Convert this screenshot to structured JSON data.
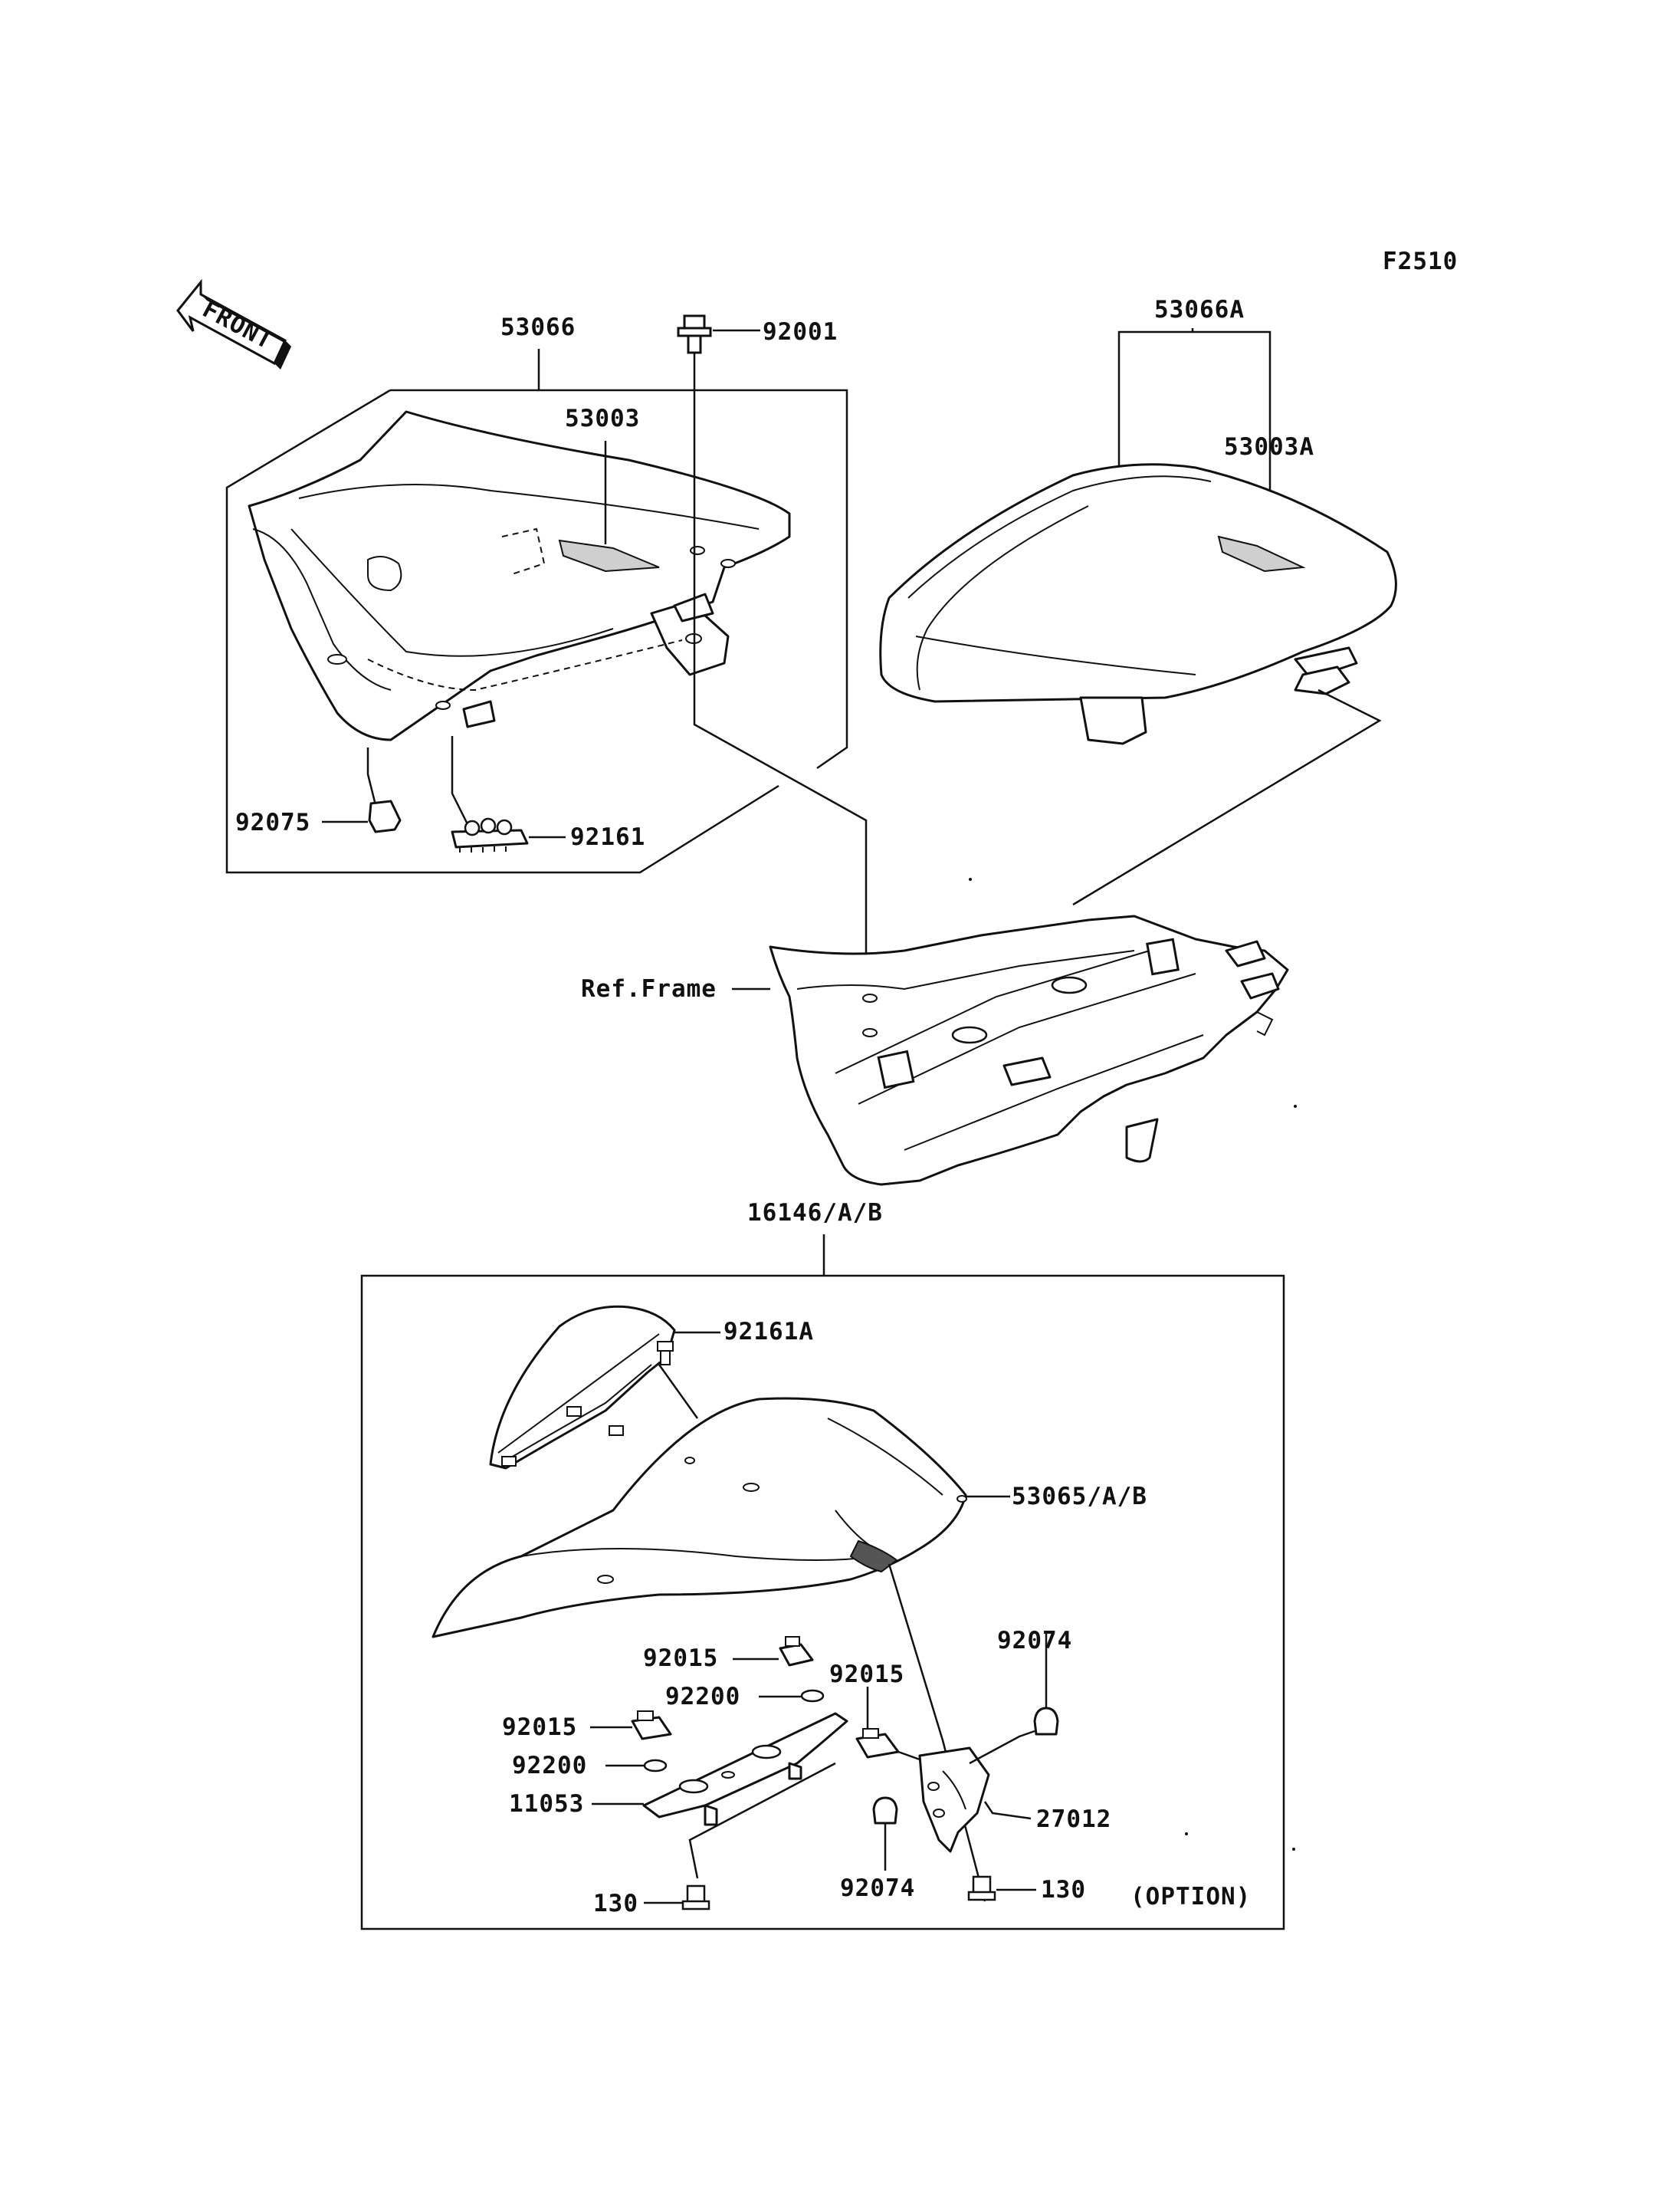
{
  "figure_code": "F2510",
  "front_arrow": {
    "text": "FRONT",
    "icon": "front-direction-arrow-icon"
  },
  "labels": {
    "p53066": "53066",
    "p92001": "92001",
    "p53003": "53003",
    "p53066A": "53066A",
    "p53003A": "53003A",
    "p92075": "92075",
    "p92161": "92161",
    "ref_frame": "Ref.Frame",
    "p16146": "16146/A/B",
    "p92161A": "92161A",
    "p53065": "53065/A/B",
    "p92074_top": "92074",
    "p92015_a": "92015",
    "p92200_a": "92200",
    "p92015_b": "92015",
    "p92015_c": "92015",
    "p92200_b": "92200",
    "p11053": "11053",
    "p27012": "27012",
    "p92074_bottom": "92074",
    "p130_left": "130",
    "p130_right": "130",
    "option": "(OPTION)"
  }
}
